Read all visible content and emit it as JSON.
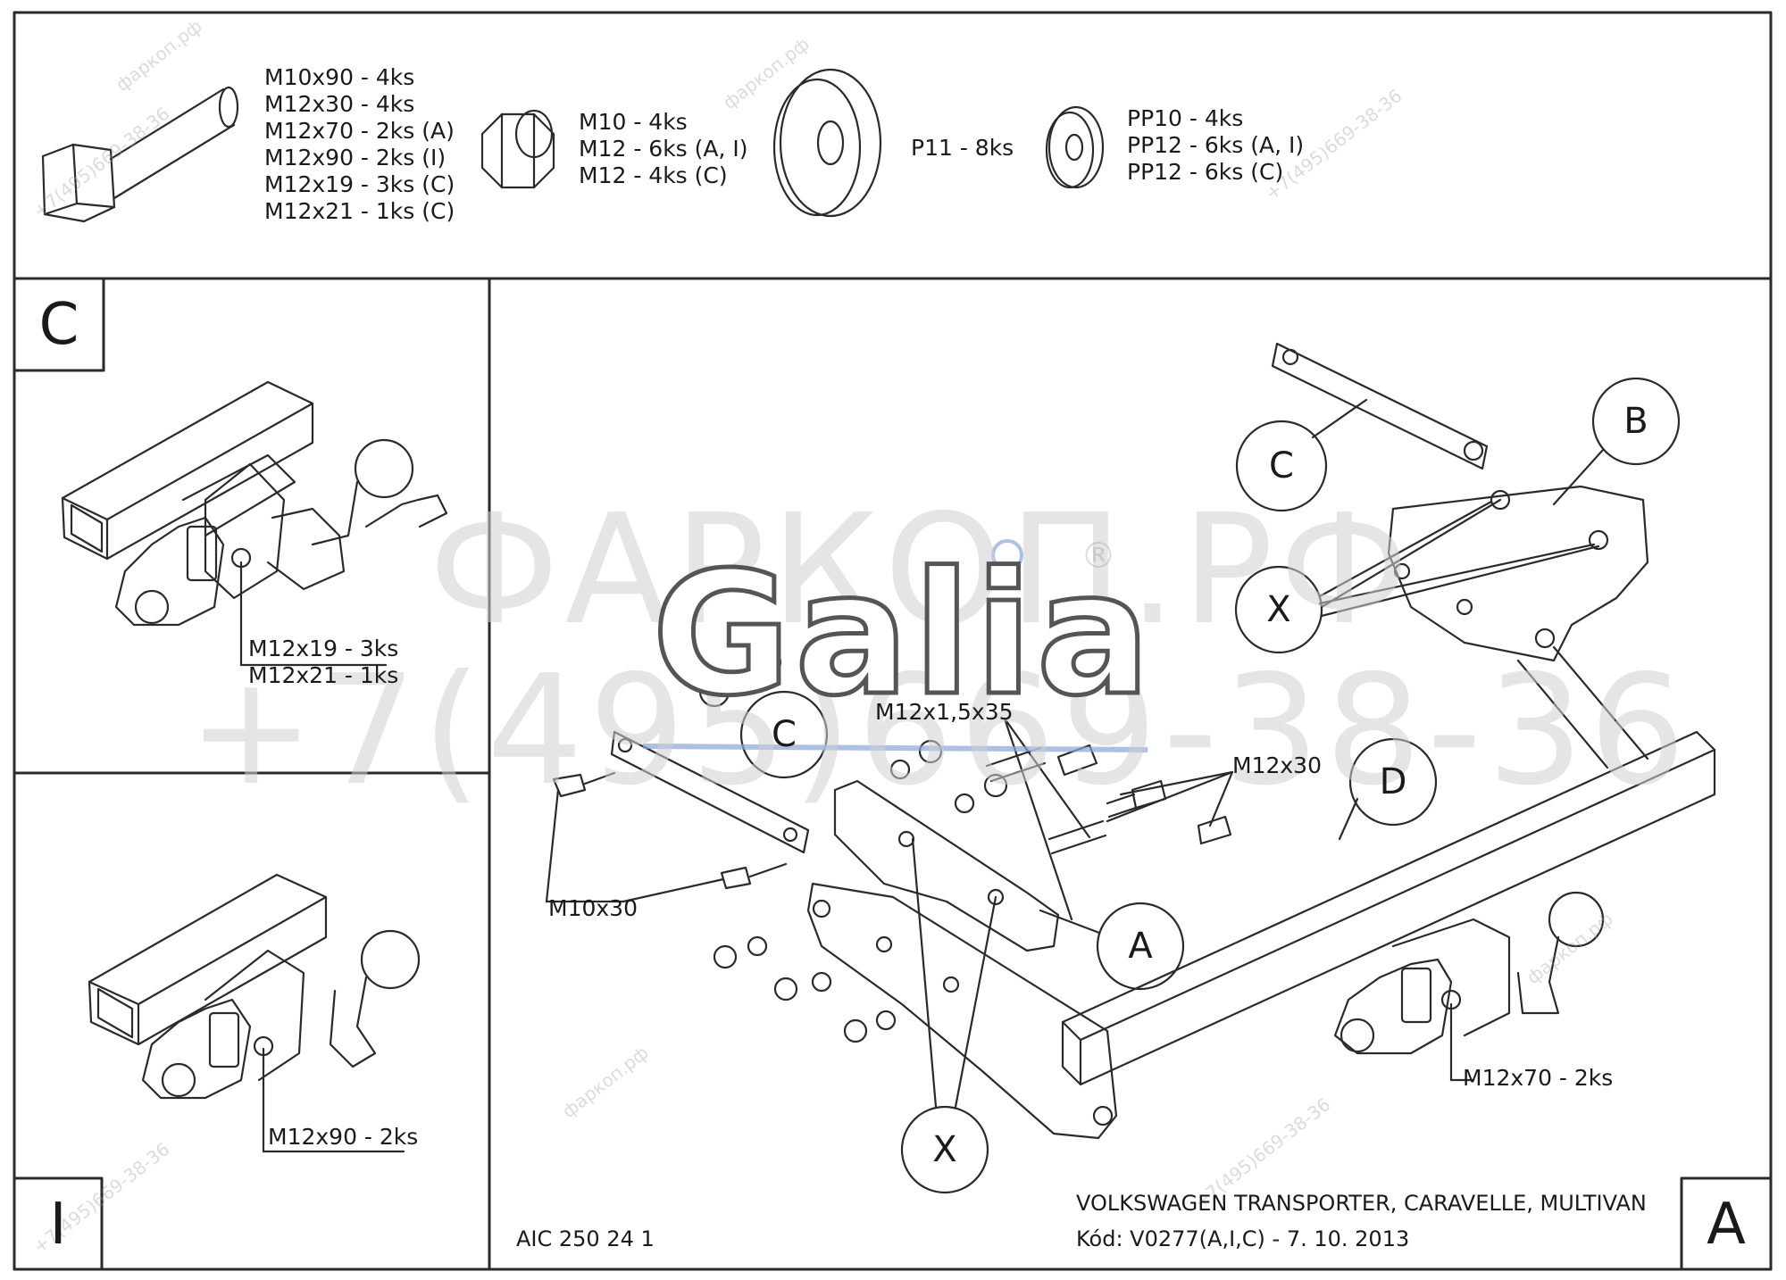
{
  "parts": {
    "bolts": [
      "M10x90 - 4ks",
      "M12x30 - 4ks",
      "M12x70 - 2ks (A)",
      "M12x90 - 2ks (I)",
      "M12x19 - 3ks (C)",
      "M12x21 - 1ks (C)"
    ],
    "nuts": [
      "M10 - 4ks",
      "M12 - 6ks (A, I)",
      "M12 - 4ks (C)"
    ],
    "plate_washer": "P11 - 8ks",
    "spring_washers": [
      "PP10 - 4ks",
      "PP12 - 6ks (A, I)",
      "PP12 - 6ks (C)"
    ]
  },
  "variant_c": {
    "letter": "C",
    "bolt_labels": [
      "M12x19 - 3ks",
      "M12x21 - 1ks"
    ]
  },
  "variant_i": {
    "letter": "I",
    "bolt_label": "M12x90 - 2ks"
  },
  "main": {
    "letter": "A",
    "callouts": {
      "m12x1_5x35": "M12x1,5x35",
      "m12x30": "M12x30",
      "m10x30": "M10x30",
      "m12x70": "M12x70 - 2ks"
    },
    "circles": {
      "c_upper": "C",
      "b": "B",
      "x_upper": "X",
      "c_lower": "C",
      "d": "D",
      "a": "A",
      "x_lower": "X"
    },
    "vehicle": "VOLKSWAGEN TRANSPORTER, CARAVELLE, MULTIVAN",
    "code": "Kód: V0277(A,I,C) - 7. 10. 2013",
    "article": "AIC 250 24 1"
  },
  "watermark": {
    "small_a": "фаркоп.рф",
    "small_b": "+7(495)669-38-36",
    "big_line1": "ФАРКОП.РФ",
    "big_line2": "+7(495)669-38-36",
    "logo": "Galia",
    "registered": "®"
  }
}
